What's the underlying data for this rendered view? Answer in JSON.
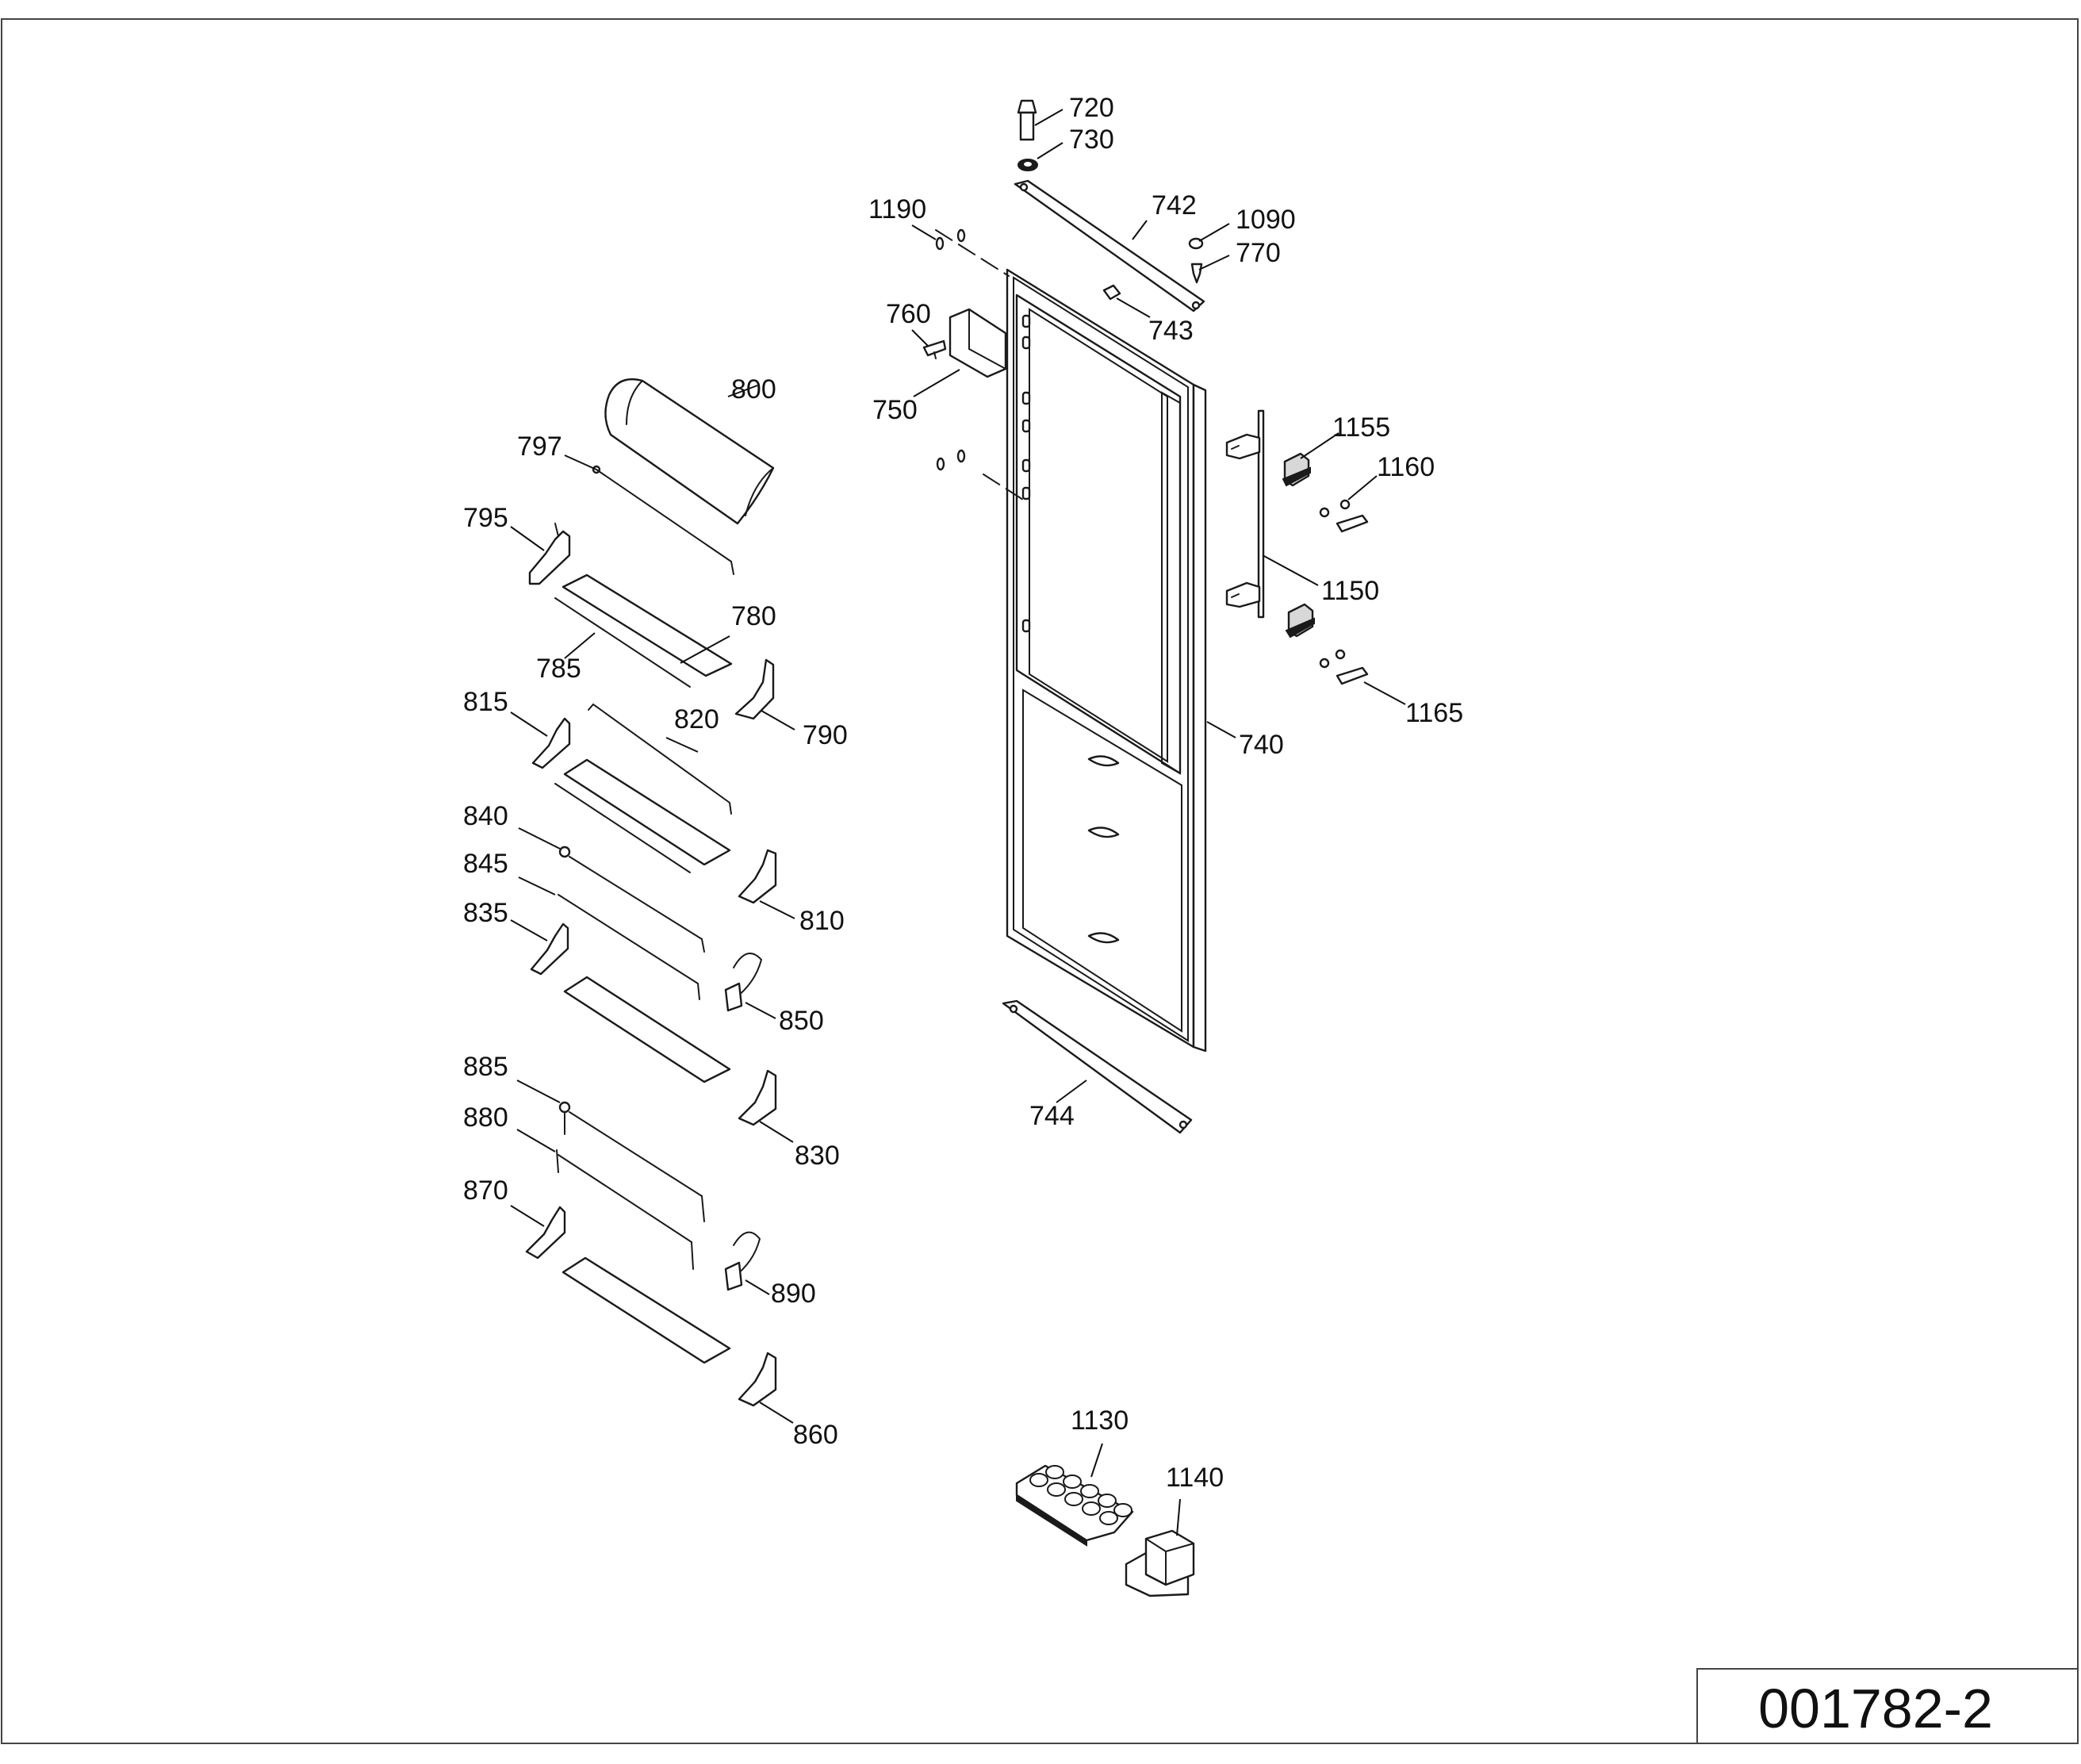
{
  "drawing_code": "001782-2",
  "callouts": [
    {
      "id": "720"
    },
    {
      "id": "730"
    },
    {
      "id": "742"
    },
    {
      "id": "1190"
    },
    {
      "id": "1090"
    },
    {
      "id": "770"
    },
    {
      "id": "743"
    },
    {
      "id": "760"
    },
    {
      "id": "750"
    },
    {
      "id": "800"
    },
    {
      "id": "797"
    },
    {
      "id": "795"
    },
    {
      "id": "1155"
    },
    {
      "id": "1160"
    },
    {
      "id": "780"
    },
    {
      "id": "785"
    },
    {
      "id": "1150"
    },
    {
      "id": "815"
    },
    {
      "id": "820"
    },
    {
      "id": "790"
    },
    {
      "id": "1165"
    },
    {
      "id": "740"
    },
    {
      "id": "840"
    },
    {
      "id": "845"
    },
    {
      "id": "810"
    },
    {
      "id": "835"
    },
    {
      "id": "850"
    },
    {
      "id": "885"
    },
    {
      "id": "744"
    },
    {
      "id": "880"
    },
    {
      "id": "830"
    },
    {
      "id": "870"
    },
    {
      "id": "890"
    },
    {
      "id": "860"
    },
    {
      "id": "1130"
    },
    {
      "id": "1140"
    }
  ]
}
